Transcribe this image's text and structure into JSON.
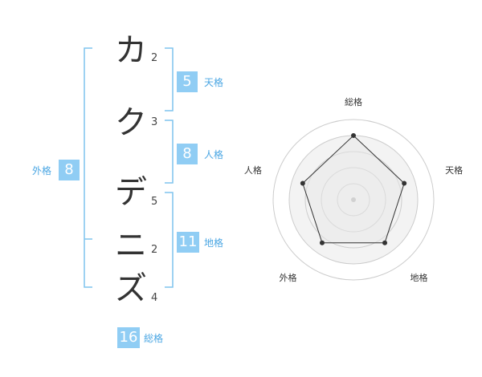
{
  "characters": [
    {
      "char": "カ",
      "strokes": "2"
    },
    {
      "char": "ク",
      "strokes": "3"
    },
    {
      "char": "デ",
      "strokes": "5"
    },
    {
      "char": "ニ",
      "strokes": "2"
    },
    {
      "char": "ズ",
      "strokes": "4"
    }
  ],
  "kakusu": {
    "tenkaku": {
      "value": "5",
      "label": "天格"
    },
    "jinkaku": {
      "value": "8",
      "label": "人格"
    },
    "chikaku": {
      "value": "11",
      "label": "地格"
    },
    "gaikaku": {
      "value": "8",
      "label": "外格"
    },
    "soukaku": {
      "value": "16",
      "label": "総格"
    }
  },
  "radar": {
    "axes": [
      "総格",
      "天格",
      "地格",
      "外格",
      "人格"
    ],
    "values": [
      1.0,
      0.83,
      0.83,
      0.83,
      0.83
    ],
    "max": 1.0,
    "colors": {
      "fill": "#e8e8e8",
      "line": "#333333",
      "ring": "#cccccc"
    }
  },
  "colors": {
    "accent": "#90cdf4",
    "label": "#4aa6e3",
    "bracket": "#7fc4ee"
  }
}
